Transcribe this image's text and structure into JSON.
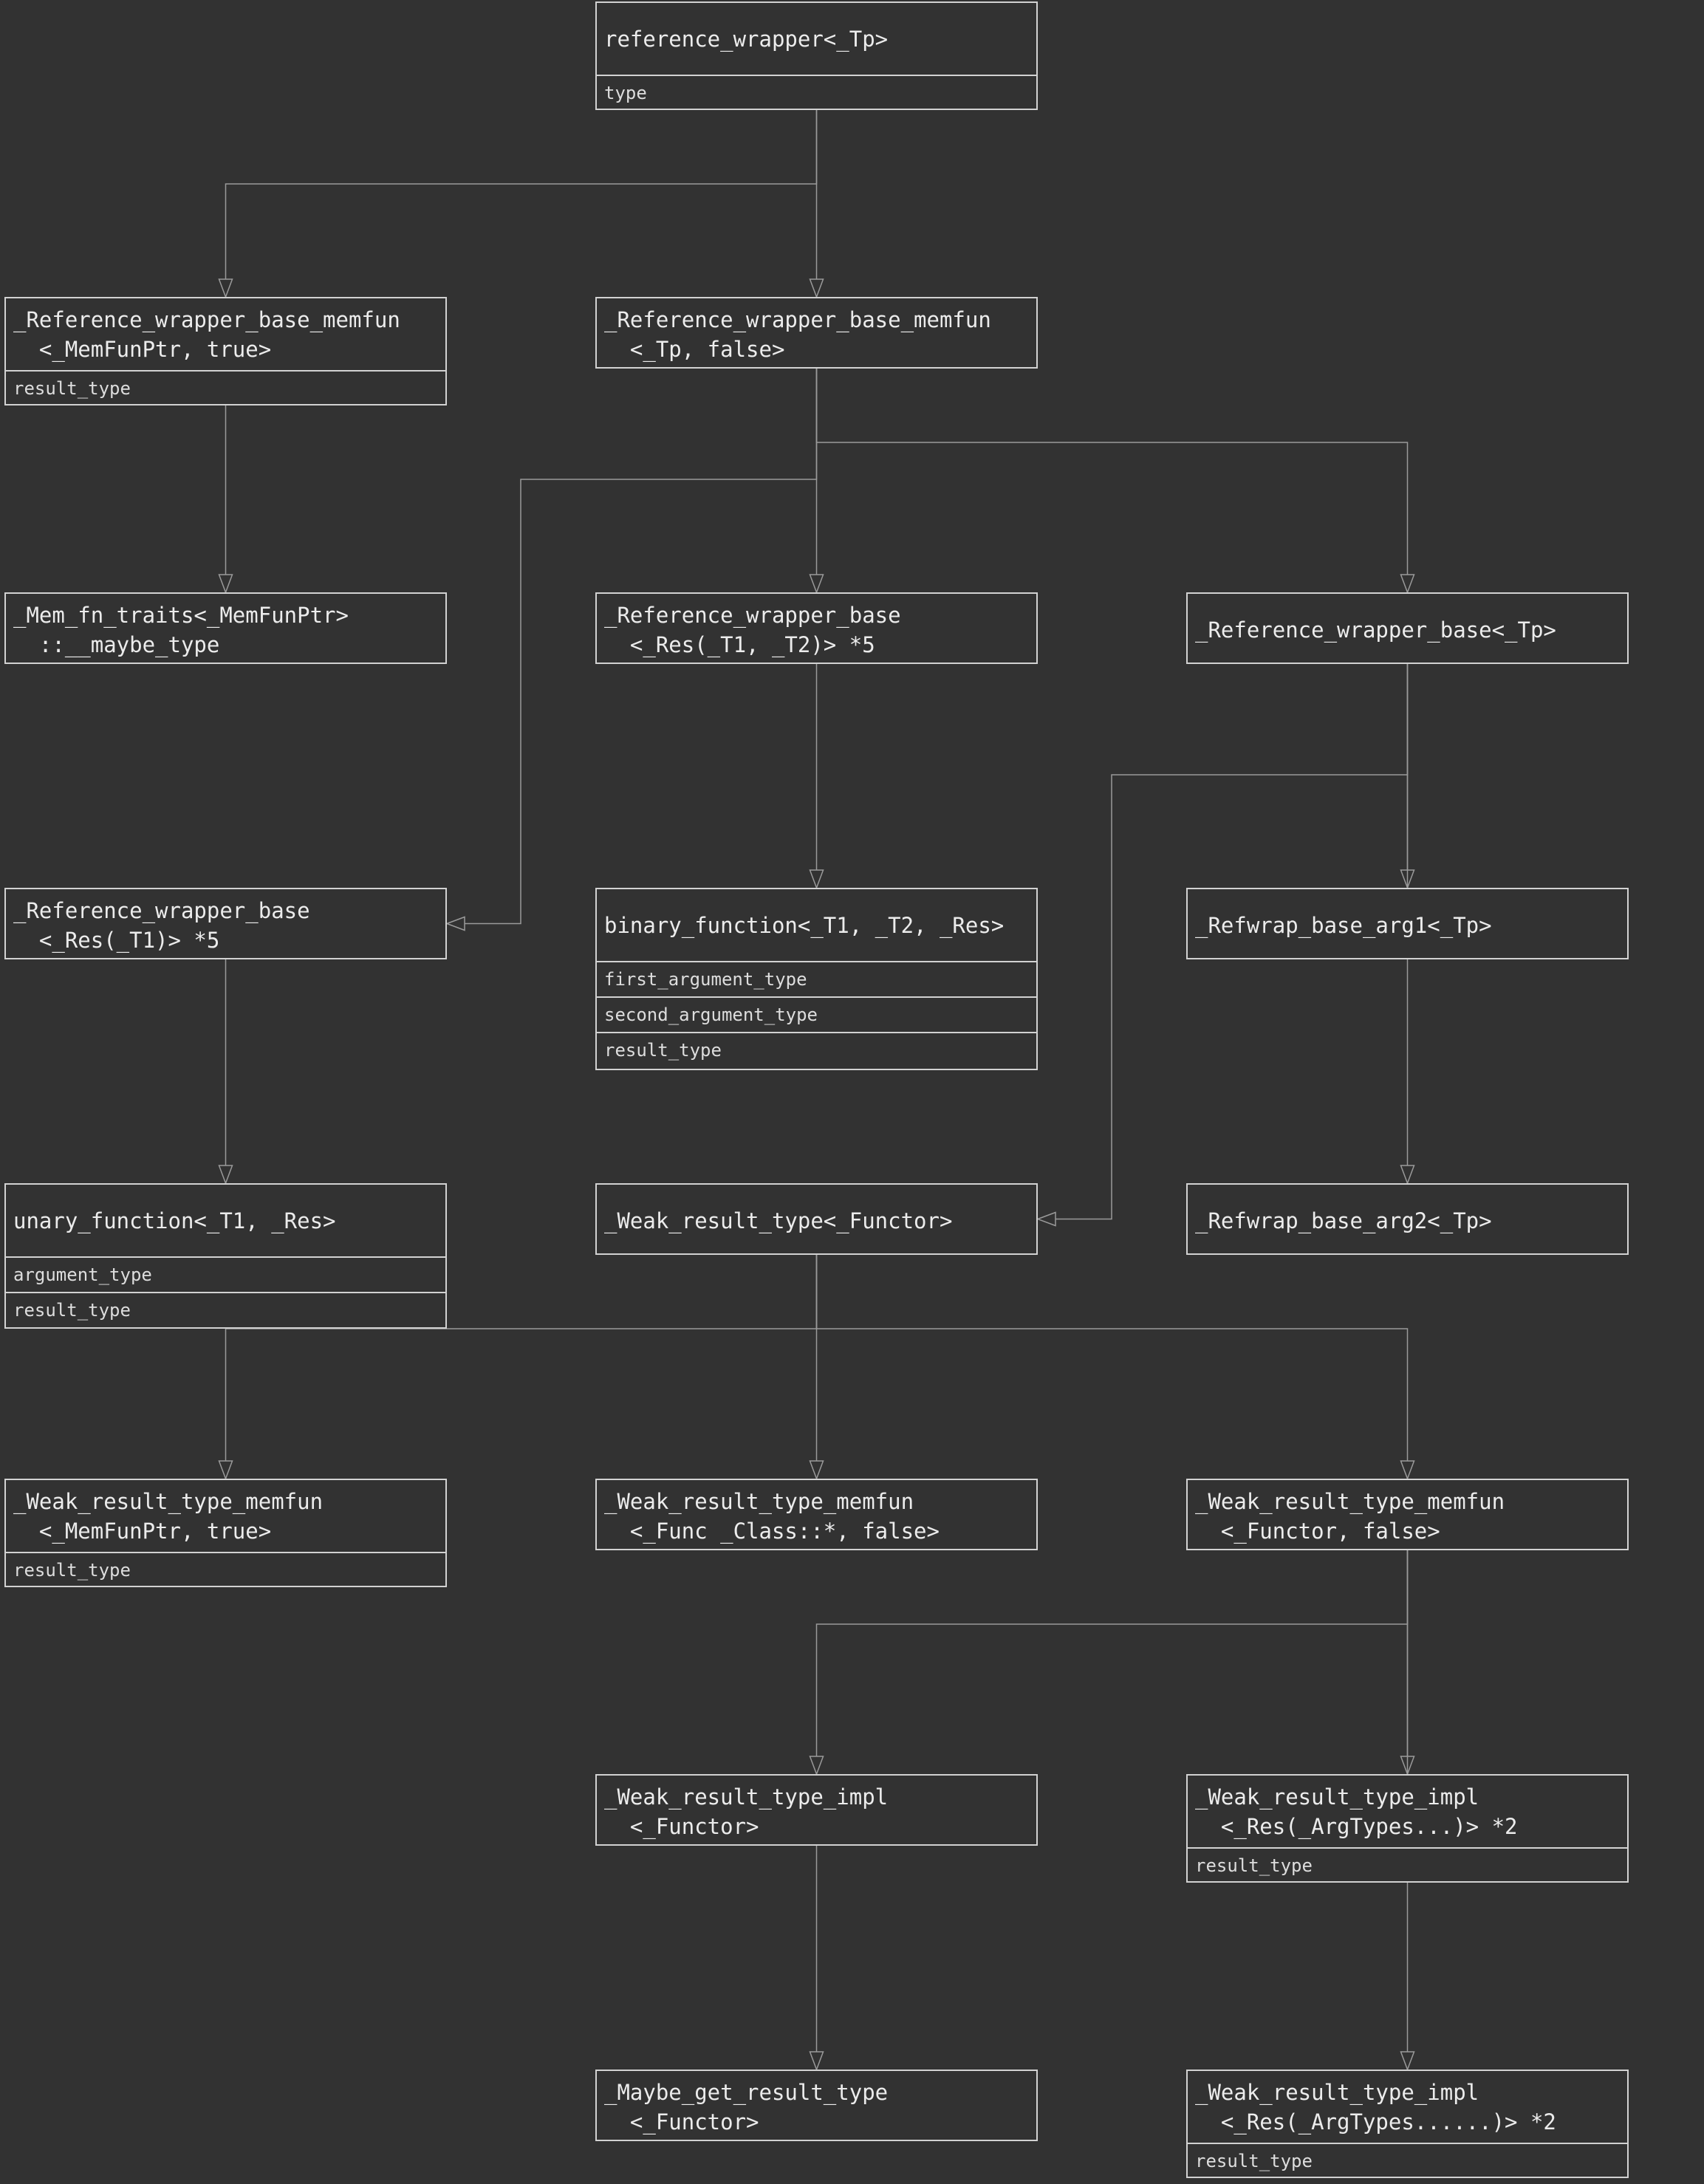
{
  "colors": {
    "background": "#323232",
    "node_border": "#d2d2d2",
    "edge": "#9a9a9a",
    "text": "#ececec"
  },
  "nodes": [
    {
      "id": "reference_wrapper",
      "title": "reference_wrapper<_Tp>",
      "attrs": [
        "type"
      ]
    },
    {
      "id": "rwbm_true",
      "title": "_Reference_wrapper_base_memfun\n  <_MemFunPtr, true>",
      "attrs": [
        "result_type"
      ]
    },
    {
      "id": "rwbm_false",
      "title": "_Reference_wrapper_base_memfun\n  <_Tp, false>",
      "attrs": []
    },
    {
      "id": "mem_fn_traits",
      "title": "_Mem_fn_traits<_MemFunPtr>\n  ::__maybe_type",
      "attrs": []
    },
    {
      "id": "rwb_t1_t2",
      "title": "_Reference_wrapper_base\n  <_Res(_T1, _T2)> *5",
      "attrs": []
    },
    {
      "id": "rwb_tp",
      "title": "_Reference_wrapper_base<_Tp>",
      "attrs": []
    },
    {
      "id": "rwb_t1",
      "title": "_Reference_wrapper_base\n  <_Res(_T1)> *5",
      "attrs": []
    },
    {
      "id": "binary_function",
      "title": "binary_function<_T1, _T2, _Res>",
      "attrs": [
        "first_argument_type",
        "second_argument_type",
        "result_type"
      ]
    },
    {
      "id": "refwrap_arg1",
      "title": "_Refwrap_base_arg1<_Tp>",
      "attrs": []
    },
    {
      "id": "unary_function",
      "title": "unary_function<_T1, _Res>",
      "attrs": [
        "argument_type",
        "result_type"
      ]
    },
    {
      "id": "weak_result_type",
      "title": "_Weak_result_type<_Functor>",
      "attrs": []
    },
    {
      "id": "refwrap_arg2",
      "title": "_Refwrap_base_arg2<_Tp>",
      "attrs": []
    },
    {
      "id": "wrtm_true",
      "title": "_Weak_result_type_memfun\n  <_MemFunPtr, true>",
      "attrs": [
        "result_type"
      ]
    },
    {
      "id": "wrtm_func_class",
      "title": "_Weak_result_type_memfun\n  <_Func _Class::*, false>",
      "attrs": []
    },
    {
      "id": "wrtm_false",
      "title": "_Weak_result_type_memfun\n  <_Functor, false>",
      "attrs": []
    },
    {
      "id": "wrti_functor",
      "title": "_Weak_result_type_impl\n  <_Functor>",
      "attrs": []
    },
    {
      "id": "wrti_argtypes",
      "title": "_Weak_result_type_impl\n  <_Res(_ArgTypes...)> *2",
      "attrs": [
        "result_type"
      ]
    },
    {
      "id": "maybe_get_result",
      "title": "_Maybe_get_result_type\n  <_Functor>",
      "attrs": []
    },
    {
      "id": "wrti_argtypes_vararg",
      "title": "_Weak_result_type_impl\n  <_Res(_ArgTypes......)> *2",
      "attrs": [
        "result_type"
      ]
    }
  ],
  "edges": [
    {
      "from": "reference_wrapper",
      "to": "rwbm_true"
    },
    {
      "from": "reference_wrapper",
      "to": "rwbm_false"
    },
    {
      "from": "rwbm_true",
      "to": "mem_fn_traits"
    },
    {
      "from": "rwbm_false",
      "to": "rwb_t1_t2"
    },
    {
      "from": "rwbm_false",
      "to": "rwb_tp"
    },
    {
      "from": "rwbm_false",
      "to": "rwb_t1"
    },
    {
      "from": "rwb_t1_t2",
      "to": "binary_function"
    },
    {
      "from": "rwb_tp",
      "to": "refwrap_arg1"
    },
    {
      "from": "rwb_tp",
      "to": "weak_result_type"
    },
    {
      "from": "rwb_tp",
      "to": "refwrap_arg2"
    },
    {
      "from": "rwb_t1",
      "to": "unary_function"
    },
    {
      "from": "weak_result_type",
      "to": "wrtm_true"
    },
    {
      "from": "weak_result_type",
      "to": "wrtm_func_class"
    },
    {
      "from": "weak_result_type",
      "to": "wrtm_false"
    },
    {
      "from": "wrtm_false",
      "to": "wrti_functor"
    },
    {
      "from": "wrtm_false",
      "to": "wrti_argtypes"
    },
    {
      "from": "wrtm_false",
      "to": "wrti_argtypes_vararg"
    },
    {
      "from": "wrti_functor",
      "to": "maybe_get_result"
    }
  ]
}
